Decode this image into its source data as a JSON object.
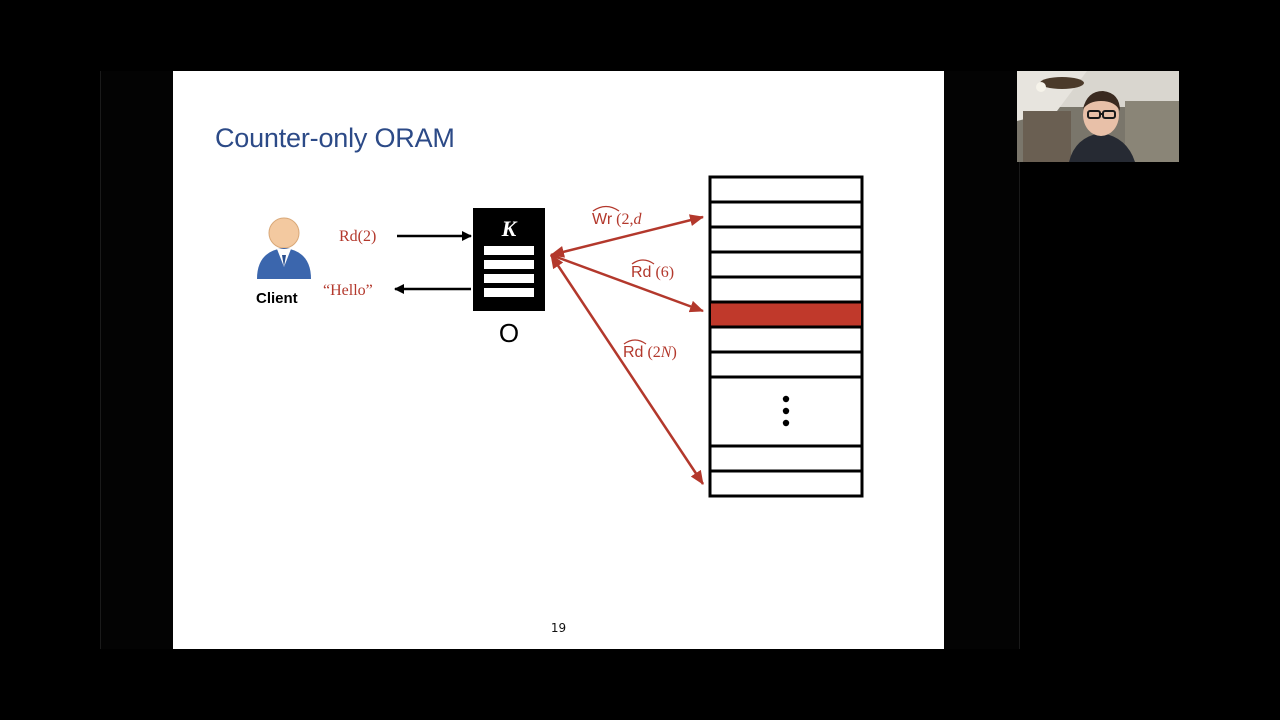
{
  "slide": {
    "title": "Counter-only ORAM",
    "page_number": "19"
  },
  "diagram": {
    "client_label": "Client",
    "request_label": "Rd(2)",
    "response_label": "“Hello”",
    "key_label": "K",
    "oram_label": "O",
    "server_ops": [
      {
        "op": "Wr",
        "args_pre": " (2,",
        "args_var": "d",
        "args_post": ""
      },
      {
        "op": "Rd",
        "args_pre": " (6)",
        "args_var": "",
        "args_post": ""
      },
      {
        "op": "Rd",
        "args_pre": " (2",
        "args_var": "N",
        "args_post": ")"
      }
    ],
    "ellipsis": "⋮",
    "colors": {
      "accent_red": "#b3382c",
      "highlight_block": "#c0392b",
      "title_blue": "#2c4a87",
      "client_blue": "#3b66ad",
      "client_skin": "#f3c9a0"
    }
  },
  "webcam": {
    "participant": "video-thumbnail"
  }
}
